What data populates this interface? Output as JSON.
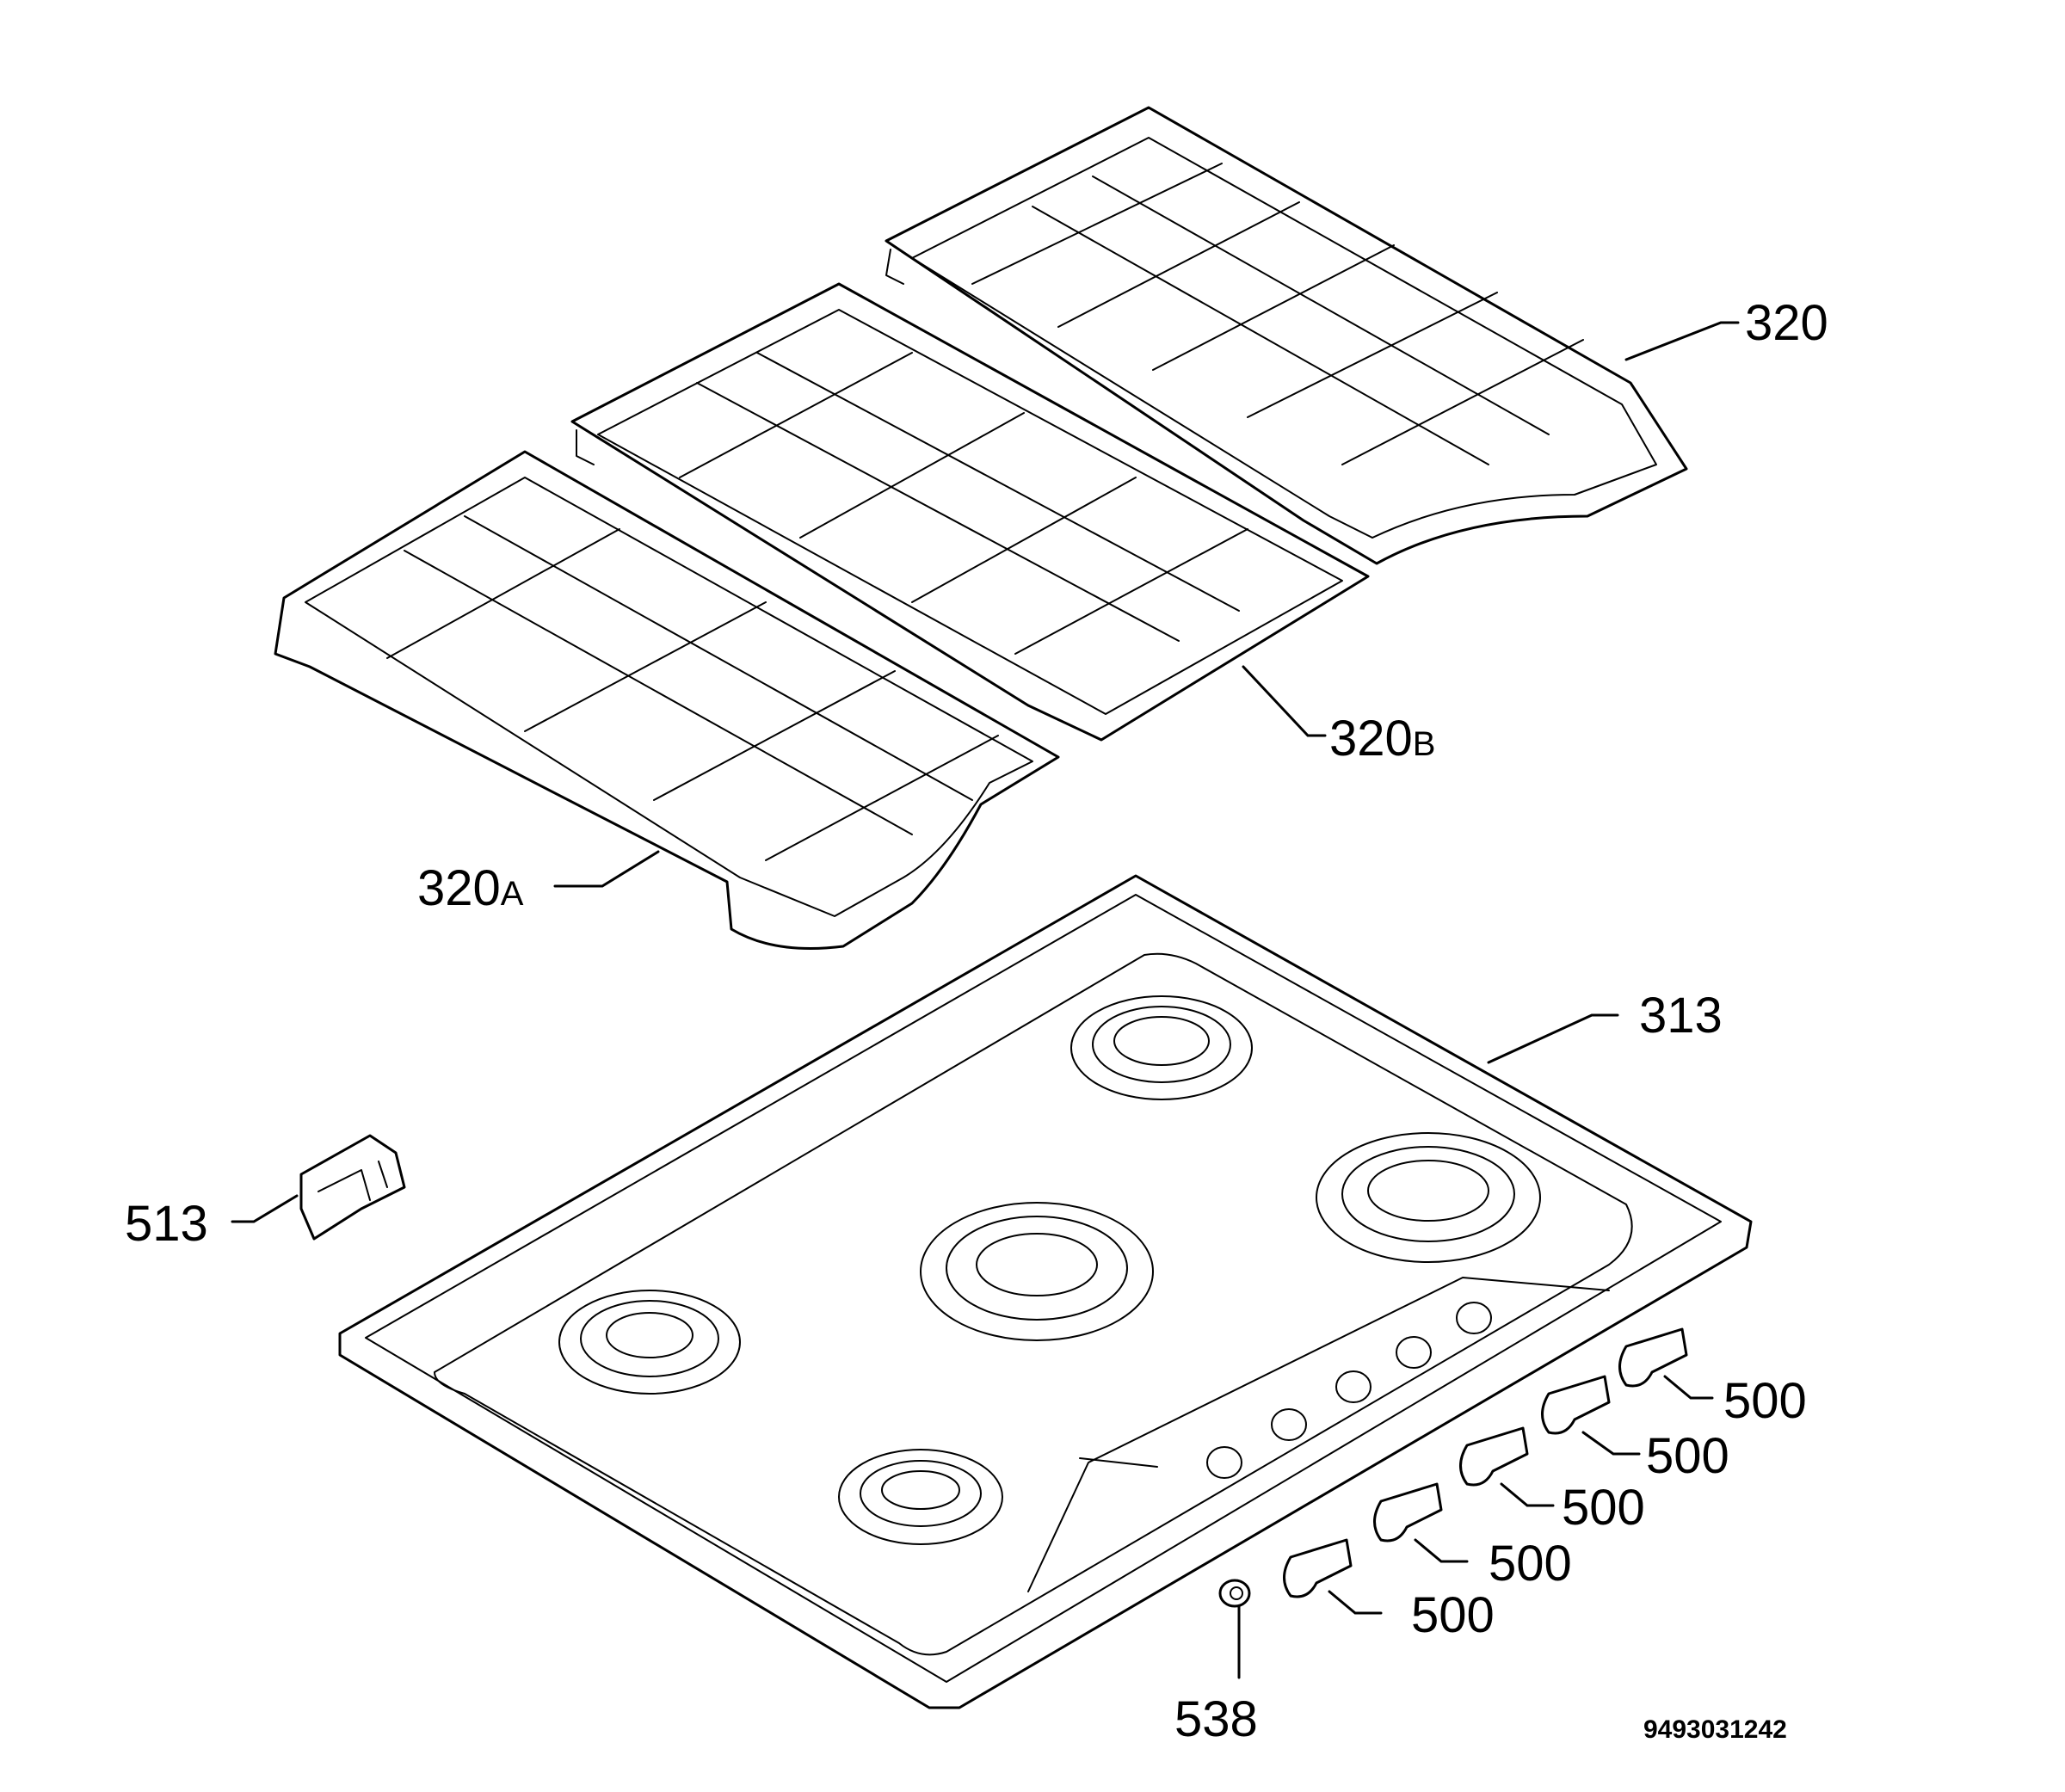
{
  "parts": {
    "grid_right": {
      "number": "320"
    },
    "grid_middle": {
      "number": "320",
      "suffix": "B"
    },
    "grid_left": {
      "number": "320",
      "suffix": "A"
    },
    "hob_top": {
      "number": "313"
    },
    "bracket": {
      "number": "513"
    },
    "knob_1": {
      "number": "500"
    },
    "knob_2": {
      "number": "500"
    },
    "knob_3": {
      "number": "500"
    },
    "knob_4": {
      "number": "500"
    },
    "knob_5": {
      "number": "500"
    },
    "spark_button": {
      "number": "538"
    }
  },
  "document_number": "9493031242",
  "colors": {
    "line": "#000000",
    "background": "#ffffff"
  }
}
